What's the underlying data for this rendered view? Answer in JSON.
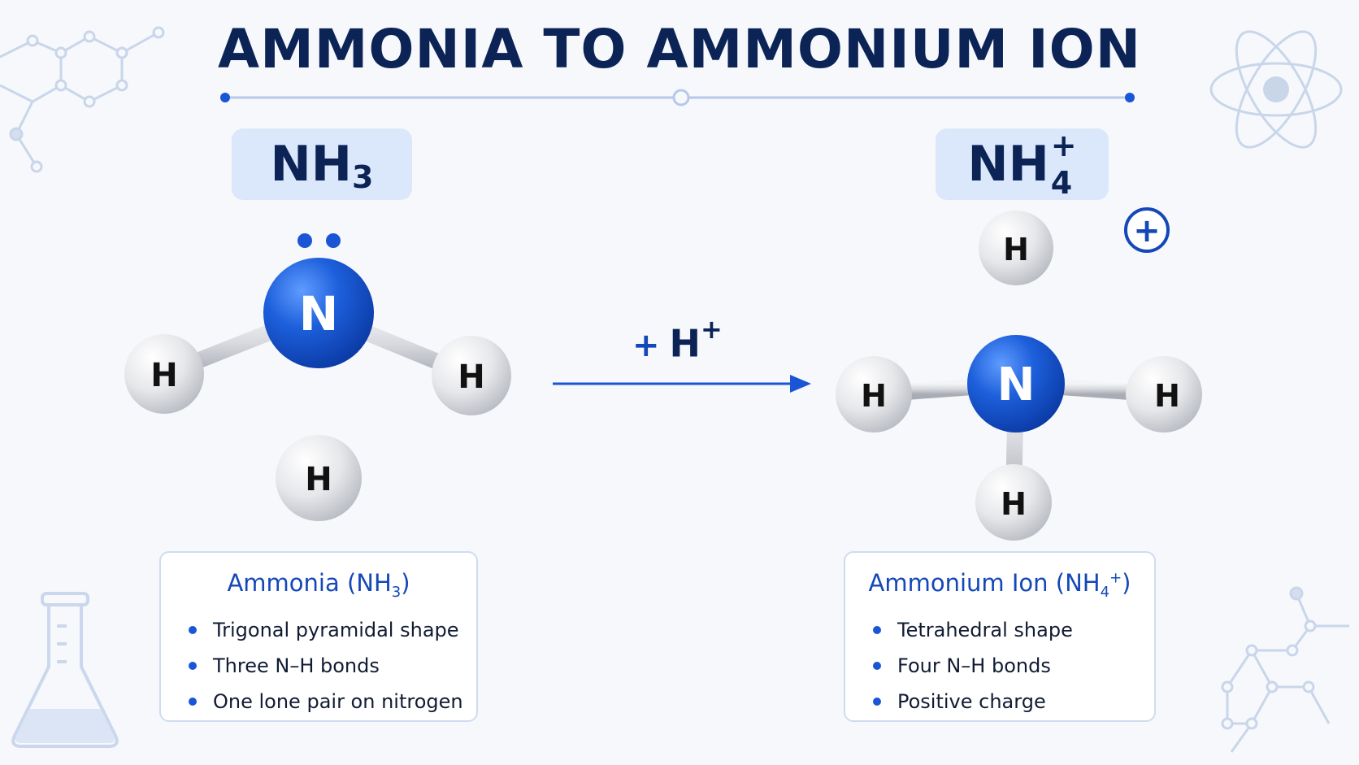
{
  "title": "AMMONIA TO AMMONIUM ION",
  "colors": {
    "navy": "#0c2356",
    "accent": "#1447b8",
    "nitrogen": "#1a5bd8",
    "hydrogen": "#e8e8ea",
    "formula_box": "#dbe8fb"
  },
  "reactant": {
    "formula": {
      "base": "NH",
      "sub": "3"
    },
    "lone_pair": true,
    "center_atom": "N",
    "h_atoms": [
      "H",
      "H",
      "H"
    ],
    "info": {
      "name": "Ammonia",
      "name_formula": {
        "open": " (NH",
        "sub": "3",
        "close": ")"
      },
      "bullets": [
        "Trigonal pyramidal shape",
        "Three N–H bonds",
        "One lone pair on nitrogen"
      ]
    }
  },
  "reaction": {
    "plus": "+",
    "reagent": "H",
    "reagent_charge": "+"
  },
  "product": {
    "formula": {
      "base": "NH",
      "sub": "4",
      "sup": "+"
    },
    "charge_symbol": "+",
    "center_atom": "N",
    "h_atoms": [
      "H",
      "H",
      "H",
      "H"
    ],
    "info": {
      "name": "Ammonium Ion",
      "name_formula": {
        "open": " (NH",
        "sub": "4",
        "sup": "+",
        "close": ")"
      },
      "bullets": [
        "Tetrahedral shape",
        "Four N–H bonds",
        "Positive charge"
      ]
    }
  }
}
